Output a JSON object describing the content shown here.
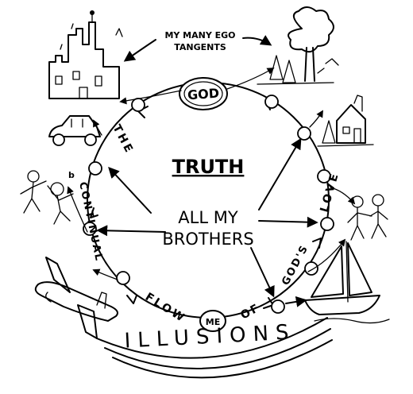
{
  "center": {
    "title": "TRUTH",
    "line1": "ALL MY",
    "line2": "BROTHERS"
  },
  "top_note": {
    "line1": "MY MANY  EGO",
    "line2": "TANGENTS"
  },
  "flow_words": {
    "the": "THE",
    "continual": "CONTINUAL",
    "flow": "FLOW",
    "of": "OF",
    "gods": "GOD'S",
    "love": "LOVE"
  },
  "god_label": "GOD",
  "me_label": "ME",
  "illusions": "ILLUSIONS",
  "icons": [
    "castle-icon",
    "tree-icon",
    "house-icon",
    "car-icon",
    "fighting-figures-icon",
    "airplane-icon",
    "sailboat-icon",
    "couple-icon"
  ],
  "colors": {
    "ink": "#000000",
    "paper": "#ffffff"
  }
}
